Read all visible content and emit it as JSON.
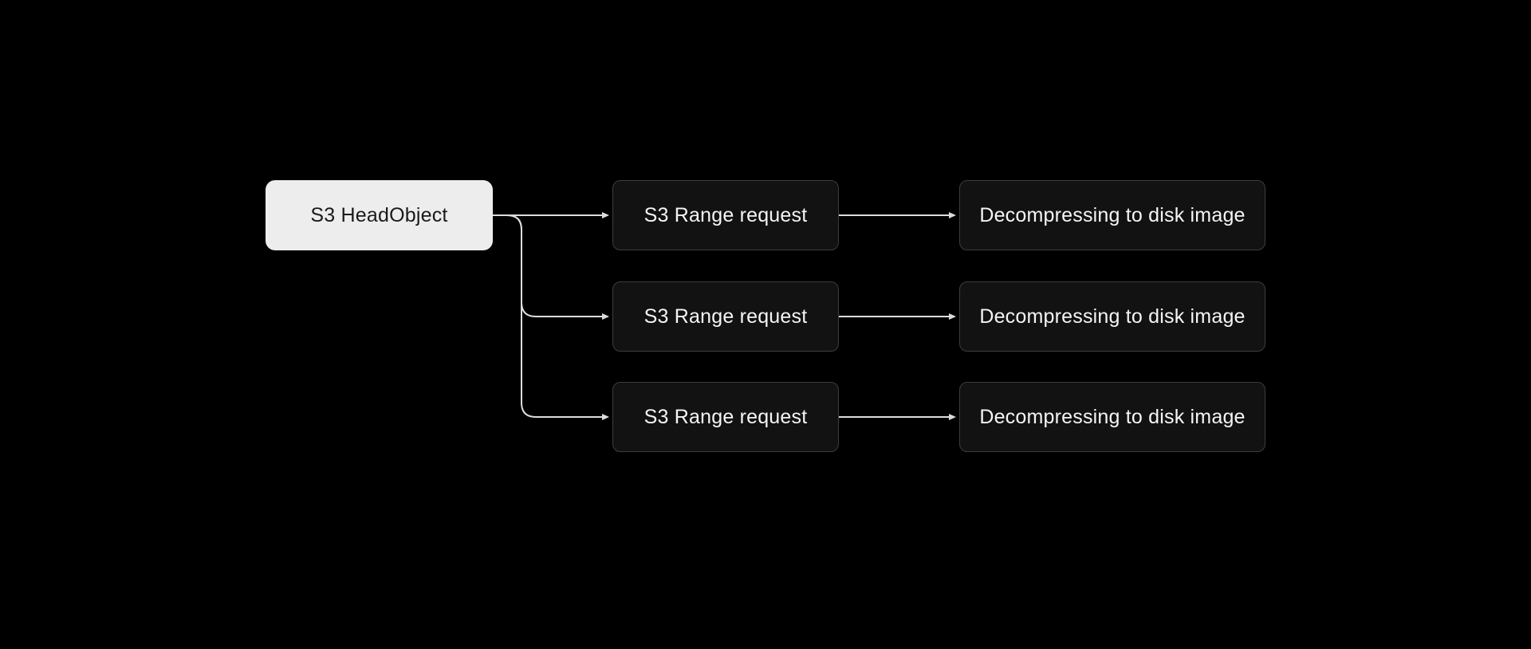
{
  "colors": {
    "bg": "#000000",
    "line": "#dcdcdc",
    "dark_bg": "#121212",
    "dark_border": "#3d3d3d",
    "dark_text": "#f5f5f5",
    "light_bg": "#ededed",
    "light_text": "#1a1a1a"
  },
  "diagram": {
    "source": {
      "label": "S3 HeadObject"
    },
    "rows": [
      {
        "range": "S3 Range request",
        "decompress": "Decompressing to disk image"
      },
      {
        "range": "S3 Range request",
        "decompress": "Decompressing to disk image"
      },
      {
        "range": "S3 Range request",
        "decompress": "Decompressing to disk image"
      }
    ]
  }
}
